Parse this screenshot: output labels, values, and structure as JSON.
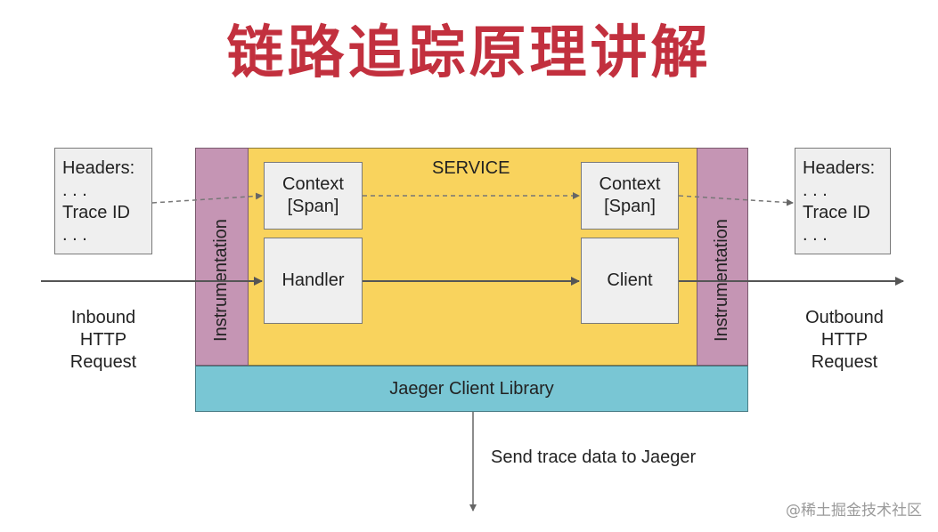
{
  "title": "链路追踪原理讲解",
  "service_label": "SERVICE",
  "headers_left": {
    "line1": "Headers:",
    "line2": ". . .",
    "line3": "Trace ID",
    "line4": ". . ."
  },
  "headers_right": {
    "line1": "Headers:",
    "line2": ". . .",
    "line3": "Trace ID",
    "line4": ". . ."
  },
  "context_left": {
    "line1": "Context",
    "line2": "[Span]"
  },
  "context_right": {
    "line1": "Context",
    "line2": "[Span]"
  },
  "handler_label": "Handler",
  "client_label": "Client",
  "instrumentation_left": "Instrumentation",
  "instrumentation_right": "Instrumentation",
  "jaeger_client_library": "Jaeger Client Library",
  "inbound": {
    "line1": "Inbound",
    "line2": "HTTP",
    "line3": "Request"
  },
  "outbound": {
    "line1": "Outbound",
    "line2": "HTTP",
    "line3": "Request"
  },
  "send_trace": "Send trace data to Jaeger",
  "watermark": "@稀土掘金技术社区"
}
